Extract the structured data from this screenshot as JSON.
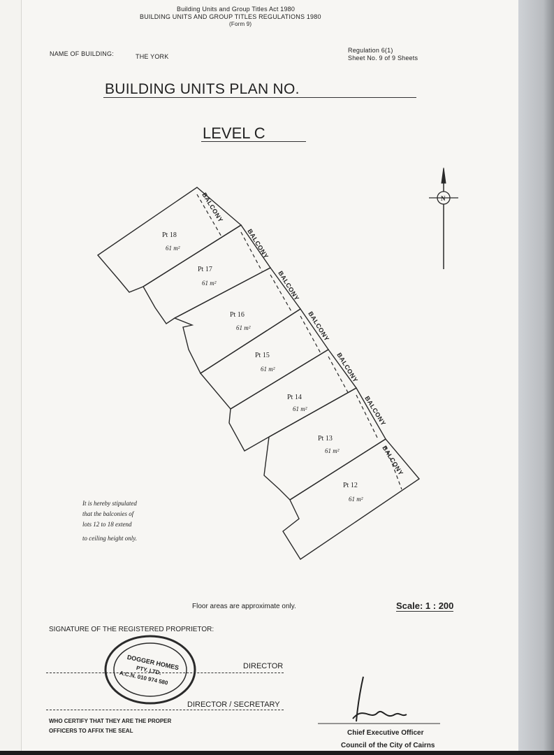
{
  "header": {
    "act_line": "Building Units and Group Titles Act 1980",
    "regs_line": "BUILDING UNITS AND GROUP TITLES REGULATIONS 1980",
    "form_line": "(Form 9)",
    "building_label": "NAME OF BUILDING:",
    "building_name": "THE YORK",
    "regulation": "Regulation 6(1)",
    "sheet": "Sheet No. 9 of 9 Sheets"
  },
  "title": "BUILDING UNITS PLAN NO.",
  "level": "LEVEL C",
  "north_symbol": "N",
  "lots": [
    {
      "label": "Pt 18",
      "area": "61 m²",
      "balcony": "BALCONY"
    },
    {
      "label": "Pt 17",
      "area": "61 m²",
      "balcony": "BALCONY"
    },
    {
      "label": "Pt 16",
      "area": "61 m²",
      "balcony": "BALCONY"
    },
    {
      "label": "Pt 15",
      "area": "61 m²",
      "balcony": "BALCONY"
    },
    {
      "label": "Pt 14",
      "area": "61 m²",
      "balcony": "BALCONY"
    },
    {
      "label": "Pt 13",
      "area": "61 m²",
      "balcony": "BALCONY"
    },
    {
      "label": "Pt 12",
      "area": "61 m²",
      "balcony": "BALCONY"
    }
  ],
  "note": {
    "line1": "It is hereby stipulated",
    "line2": "that the balconies of",
    "line3": "lots 12 to 18 extend",
    "line4": "to ceiling height only."
  },
  "floor_note": "Floor areas are approximate only.",
  "scale": "Scale: 1 : 200",
  "signature": {
    "heading": "SIGNATURE OF THE REGISTERED PROPRIETOR:",
    "director": "DIRECTOR",
    "director_secretary": "DIRECTOR / SECRETARY",
    "certify1": "WHO CERTIFY THAT THEY ARE THE PROPER",
    "certify2": "OFFICERS TO AFFIX THE SEAL",
    "ceo": "Chief Executive Officer",
    "council": "Council of the City of Cairns"
  },
  "stamp": {
    "text1": "DOGGER HOMES",
    "text2": "PTY. LTD.",
    "text3": "A.C.N. 010 974 580"
  }
}
